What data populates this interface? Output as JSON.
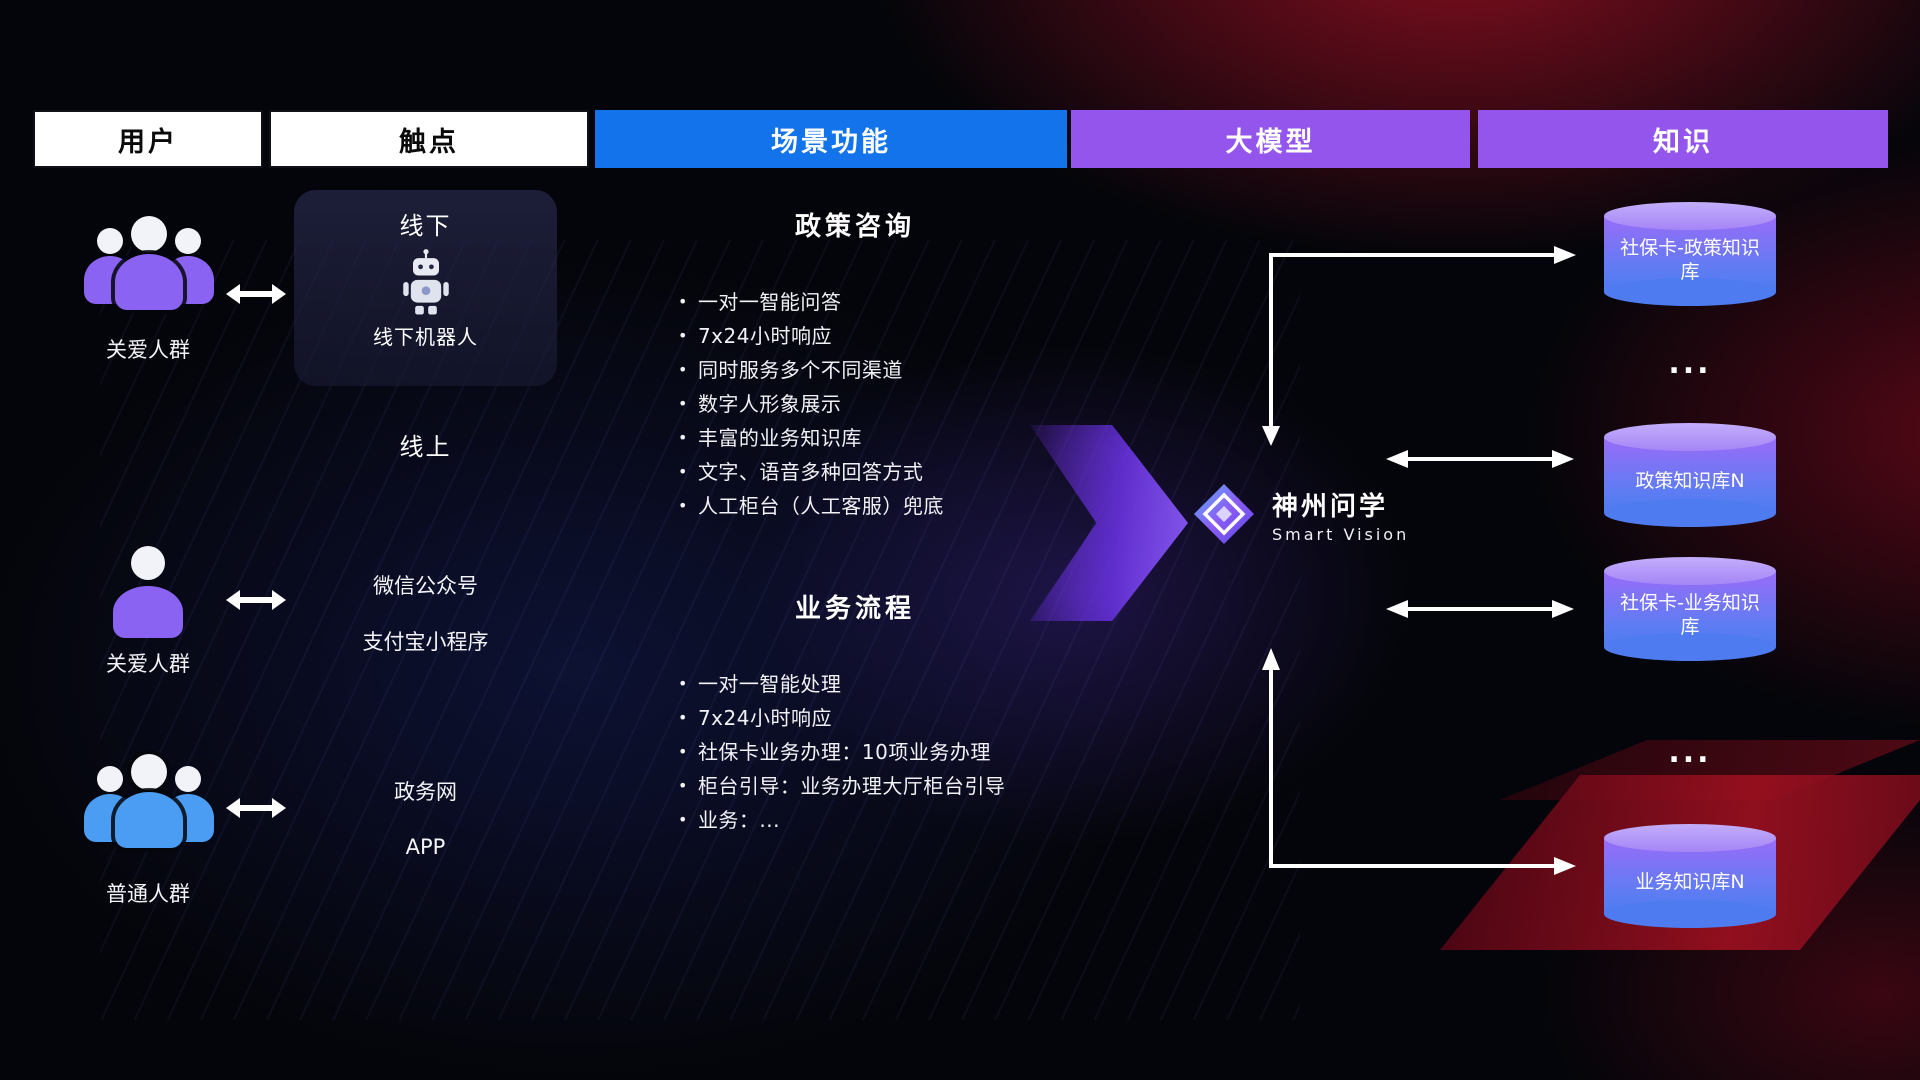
{
  "header": {
    "columns": [
      {
        "label": "用户"
      },
      {
        "label": "触点"
      },
      {
        "label": "场景功能"
      },
      {
        "label": "大模型"
      },
      {
        "label": "知识"
      }
    ]
  },
  "users": [
    {
      "label": "关爱人群",
      "icon": "group-people-purple-icon"
    },
    {
      "label": "关爱人群",
      "icon": "person-purple-icon"
    },
    {
      "label": "普通人群",
      "icon": "group-people-blue-icon"
    }
  ],
  "touchpoints": {
    "offline_title": "线下",
    "offline_robot_label": "线下机器人",
    "online_title": "线上",
    "online_channels": [
      "微信公众号",
      "支付宝小程序"
    ],
    "gov_channels": [
      "政务网",
      "APP"
    ]
  },
  "scenarios": [
    {
      "title": "政策咨询",
      "items": [
        "一对一智能问答",
        "7x24小时响应",
        "同时服务多个不同渠道",
        "数字人形象展示",
        "丰富的业务知识库",
        "文字、语音多种回答方式",
        "人工柜台（人工客服）兜底"
      ]
    },
    {
      "title": "业务流程",
      "items": [
        "一对一智能处理",
        "7x24小时响应",
        "社保卡业务办理：10项业务办理",
        "柜台引导：业务办理大厅柜台引导",
        "业务：..."
      ]
    }
  ],
  "model": {
    "name": "神州问学",
    "subtitle": "Smart Vision",
    "logo_icon": "diamond-logo-icon"
  },
  "knowledge": {
    "databases": [
      "社保卡-政策知识库",
      "政策知识库N",
      "社保卡-业务知识库",
      "业务知识库N"
    ],
    "ellipsis": "..."
  },
  "colors": {
    "header_blue": "#1273eb",
    "header_purple": "#9355ec",
    "accent_purple": "#8a63f2",
    "accent_blue": "#4a9df2",
    "db_gradient_top": "#9a6cf8",
    "db_gradient_bottom": "#4e7bf0",
    "background_red": "#9e1020",
    "arrow_white": "#ffffff"
  }
}
